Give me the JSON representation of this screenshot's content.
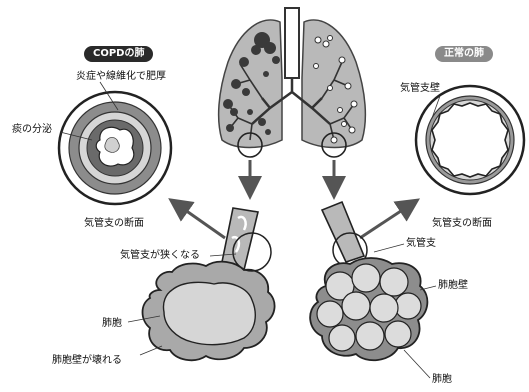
{
  "copd": {
    "title": "COPDの肺",
    "wall_label": "炎症や線維化で肥厚",
    "secretion_label": "痰の分泌",
    "section_label": "気管支の断面",
    "narrow_label": "気管支が狭くなる",
    "alveoli_label": "肺胞",
    "broken_wall_label": "肺胞壁が壊れる"
  },
  "normal": {
    "title": "正常の肺",
    "bronchial_wall_label": "気管支壁",
    "section_label": "気管支の断面",
    "bronchus_label": "気管支",
    "alveolar_wall_label": "肺胞壁",
    "alveoli_label": "肺胞"
  },
  "colors": {
    "lung_fill": "#b9b9b9",
    "dark": "#2a2a2a",
    "copd_pill": "#2a2a2a",
    "normal_pill": "#8a8a8a"
  }
}
